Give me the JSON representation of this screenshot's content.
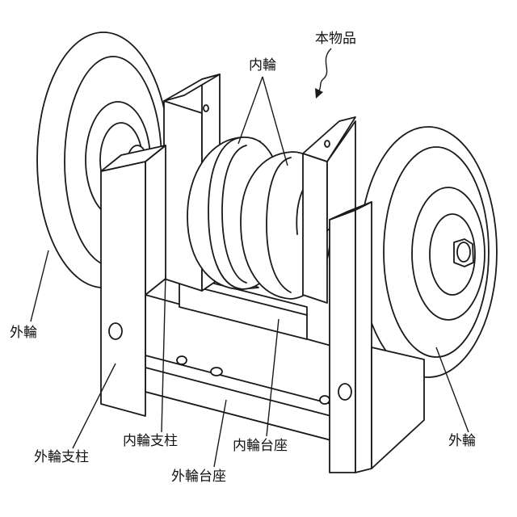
{
  "labels": {
    "main_object": "本物品",
    "inner_wheel": "内輪",
    "outer_wheel_left": "外輪",
    "outer_wheel_right": "外輪",
    "outer_wheel_post": "外輪支柱",
    "inner_wheel_post": "内輪支柱",
    "inner_wheel_base": "内輪台座",
    "outer_wheel_base": "外輪台座"
  }
}
